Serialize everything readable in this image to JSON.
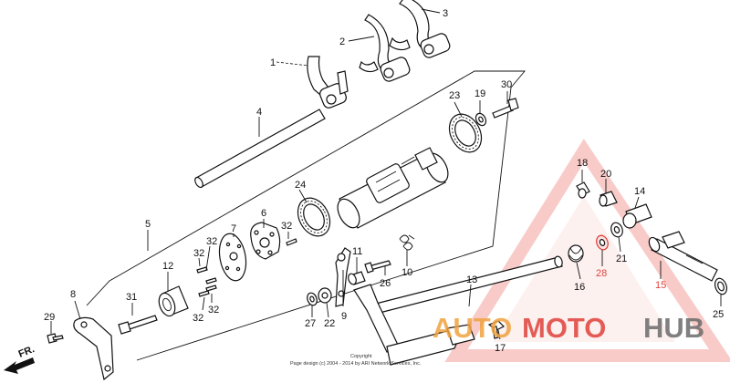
{
  "diagram": {
    "callouts": [
      "1",
      "2",
      "3",
      "4",
      "5",
      "6",
      "7",
      "8",
      "9",
      "10",
      "11",
      "12",
      "13",
      "14",
      "15",
      "16",
      "17",
      "18",
      "19",
      "20",
      "21",
      "22",
      "23",
      "24",
      "25",
      "26",
      "27",
      "28",
      "29",
      "30",
      "31",
      "32",
      "32",
      "32",
      "32",
      "32"
    ],
    "direction_label": "FR.",
    "copyright_line1": "Copyright",
    "copyright_line2": "Page design (c) 2004 - 2014 by ARI Network Services, Inc."
  },
  "watermark": {
    "brand_orange": "AUTO",
    "brand_red": "MOTO",
    "brand_gray": "HUB",
    "colors": {
      "orange": "#f0a340",
      "red": "#e0423c",
      "gray": "#6b6b6b",
      "triangle": "#f3a19c"
    }
  }
}
